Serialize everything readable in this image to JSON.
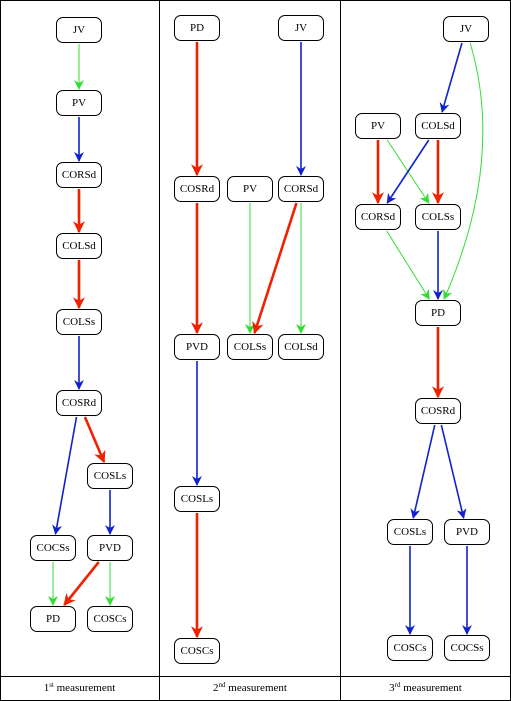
{
  "colors": {
    "red": "#ee2200",
    "blue": "#1122cc",
    "green": "#33dd33"
  },
  "panels": [
    {
      "caption": {
        "prefix": "1",
        "sup": "st",
        "suffix": " measurement"
      },
      "nodes": [
        {
          "id": "JV",
          "label": "JV"
        },
        {
          "id": "PV",
          "label": "PV"
        },
        {
          "id": "CORSd",
          "label": "CORSd"
        },
        {
          "id": "COLSd",
          "label": "COLSd"
        },
        {
          "id": "COLSs",
          "label": "COLSs"
        },
        {
          "id": "COSRd",
          "label": "COSRd"
        },
        {
          "id": "COSLs",
          "label": "COSLs"
        },
        {
          "id": "COCSs",
          "label": "COCSs"
        },
        {
          "id": "PVD",
          "label": "PVD"
        },
        {
          "id": "PD",
          "label": "PD"
        },
        {
          "id": "COSCs",
          "label": "COSCs"
        }
      ],
      "edges": [
        {
          "from": "JV",
          "to": "PV",
          "color": "green"
        },
        {
          "from": "PV",
          "to": "CORSd",
          "color": "blue"
        },
        {
          "from": "CORSd",
          "to": "COLSd",
          "color": "red"
        },
        {
          "from": "COLSd",
          "to": "COLSs",
          "color": "red"
        },
        {
          "from": "COLSs",
          "to": "COSRd",
          "color": "blue"
        },
        {
          "from": "COSRd",
          "to": "COSLs",
          "color": "red"
        },
        {
          "from": "COSRd",
          "to": "COCSs",
          "color": "blue"
        },
        {
          "from": "COSLs",
          "to": "PVD",
          "color": "blue"
        },
        {
          "from": "COCSs",
          "to": "PD",
          "color": "green"
        },
        {
          "from": "PVD",
          "to": "PD",
          "color": "red"
        },
        {
          "from": "PVD",
          "to": "COSCs",
          "color": "green"
        }
      ]
    },
    {
      "caption": {
        "prefix": "2",
        "sup": "nd",
        "suffix": " measurement"
      },
      "nodes": [
        {
          "id": "PD",
          "label": "PD"
        },
        {
          "id": "JV",
          "label": "JV"
        },
        {
          "id": "COSRd",
          "label": "COSRd"
        },
        {
          "id": "PV",
          "label": "PV"
        },
        {
          "id": "CORSd",
          "label": "CORSd"
        },
        {
          "id": "PVD",
          "label": "PVD"
        },
        {
          "id": "COLSs",
          "label": "COLSs"
        },
        {
          "id": "COLSd",
          "label": "COLSd"
        },
        {
          "id": "COSLs",
          "label": "COSLs"
        },
        {
          "id": "COSCs",
          "label": "COSCs"
        }
      ],
      "edges": [
        {
          "from": "PD",
          "to": "COSRd",
          "color": "red"
        },
        {
          "from": "JV",
          "to": "CORSd",
          "color": "blue"
        },
        {
          "from": "COSRd",
          "to": "PVD",
          "color": "red"
        },
        {
          "from": "PV",
          "to": "COLSs",
          "color": "green"
        },
        {
          "from": "CORSd",
          "to": "COLSs",
          "color": "red"
        },
        {
          "from": "CORSd",
          "to": "COLSd",
          "color": "green"
        },
        {
          "from": "PVD",
          "to": "COSLs",
          "color": "blue"
        },
        {
          "from": "COSLs",
          "to": "COSCs",
          "color": "red"
        }
      ]
    },
    {
      "caption": {
        "prefix": "3",
        "sup": "rd",
        "suffix": " measurement"
      },
      "nodes": [
        {
          "id": "JV",
          "label": "JV"
        },
        {
          "id": "PV",
          "label": "PV"
        },
        {
          "id": "COLSd",
          "label": "COLSd"
        },
        {
          "id": "CORSd",
          "label": "CORSd"
        },
        {
          "id": "COLSs",
          "label": "COLSs"
        },
        {
          "id": "PD",
          "label": "PD"
        },
        {
          "id": "COSRd",
          "label": "COSRd"
        },
        {
          "id": "COSLs",
          "label": "COSLs"
        },
        {
          "id": "PVD",
          "label": "PVD"
        },
        {
          "id": "COSCs",
          "label": "COSCs"
        },
        {
          "id": "COCSs",
          "label": "COCSs"
        }
      ],
      "edges": [
        {
          "from": "JV",
          "to": "COLSd",
          "color": "blue"
        },
        {
          "from": "JV",
          "to": "PD",
          "color": "green"
        },
        {
          "from": "PV",
          "to": "CORSd",
          "color": "red"
        },
        {
          "from": "PV",
          "to": "COLSs",
          "color": "green"
        },
        {
          "from": "COLSd",
          "to": "CORSd",
          "color": "blue"
        },
        {
          "from": "COLSd",
          "to": "COLSs",
          "color": "red"
        },
        {
          "from": "CORSd",
          "to": "PD",
          "color": "green"
        },
        {
          "from": "COLSs",
          "to": "PD",
          "color": "blue"
        },
        {
          "from": "PD",
          "to": "COSRd",
          "color": "red"
        },
        {
          "from": "COSRd",
          "to": "COSLs",
          "color": "blue"
        },
        {
          "from": "COSRd",
          "to": "PVD",
          "color": "blue"
        },
        {
          "from": "COSLs",
          "to": "COSCs",
          "color": "blue"
        },
        {
          "from": "PVD",
          "to": "COCSs",
          "color": "blue"
        }
      ]
    }
  ]
}
